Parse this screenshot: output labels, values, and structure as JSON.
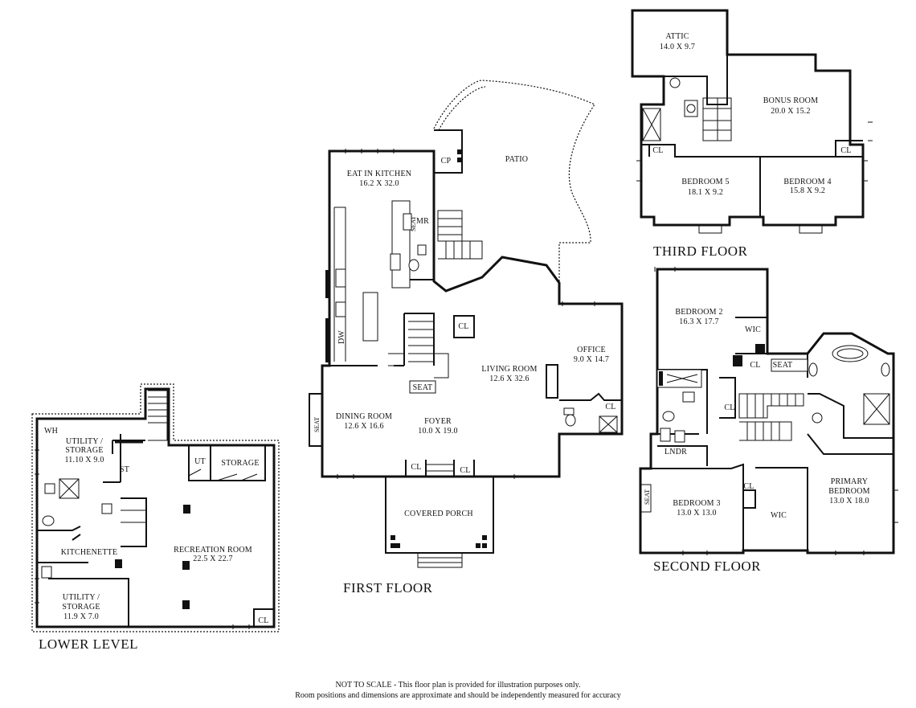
{
  "floors": {
    "lower": "LOWER LEVEL",
    "first": "FIRST FLOOR",
    "second": "SECOND FLOOR",
    "third": "THIRD FLOOR"
  },
  "rooms": {
    "wh": "WH",
    "utility1_name": "UTILITY /",
    "utility1_name2": "STORAGE",
    "utility1_dim": "11.10 X 9.0",
    "st": "ST",
    "ut": "UT",
    "storage": "STORAGE",
    "rec_name": "RECREATION ROOM",
    "rec_dim": "22.5 X 22.7",
    "kitchenette": "KITCHENETTE",
    "utility2_name": "UTILITY /",
    "utility2_name2": "STORAGE",
    "utility2_dim": "11.9 X 7.0",
    "cl_lower": "CL",
    "kitchen_name": "EAT IN KITCHEN",
    "kitchen_dim": "16.2 X 32.0",
    "cp": "CP",
    "patio": "PATIO",
    "mr": "MR",
    "seat_kitchen": "SEAT",
    "dw": "DW",
    "cl_living": "CL",
    "living_name": "LIVING ROOM",
    "living_dim": "12.6 X 32.6",
    "office_name": "OFFICE",
    "office_dim": "9.0 X 14.7",
    "cl_office": "CL",
    "seat_first": "SEAT",
    "dining_name": "DINING ROOM",
    "dining_dim": "12.6 X 16.6",
    "seat_dining": "SEAT",
    "foyer_name": "FOYER",
    "foyer_dim": "10.0 X 19.0",
    "cl_foyer1": "CL",
    "cl_foyer2": "CL",
    "porch": "COVERED PORCH",
    "attic_name": "ATTIC",
    "attic_dim": "14.0 X 9.7",
    "bonus_name": "BONUS ROOM",
    "bonus_dim": "20.0 X 15.2",
    "cl_third1": "CL",
    "cl_third2": "CL",
    "bed5_name": "BEDROOM 5",
    "bed5_dim": "18.1 X 9.2",
    "bed4_name": "BEDROOM 4",
    "bed4_dim": "15.8 X 9.2",
    "bed2_name": "BEDROOM 2",
    "bed2_dim": "16.3 X 17.7",
    "wic2": "WIC",
    "cl_bed2": "CL",
    "seat_second": "SEAT",
    "cl_hall": "CL",
    "lndr": "LNDR",
    "bed3_name": "BEDROOM 3",
    "bed3_dim": "13.0 X 13.0",
    "seat_bed3": "SEAT",
    "cl_bed3": "CL",
    "wic_primary": "WIC",
    "primary_name": "PRIMARY",
    "primary_name2": "BEDROOM",
    "primary_dim": "13.0 X 18.0"
  },
  "disclaimer": {
    "line1": "NOT TO SCALE - This floor plan is provided for illustration purposes only.",
    "line2": "Room positions and dimensions are approximate and should be independently measured for accuracy"
  }
}
